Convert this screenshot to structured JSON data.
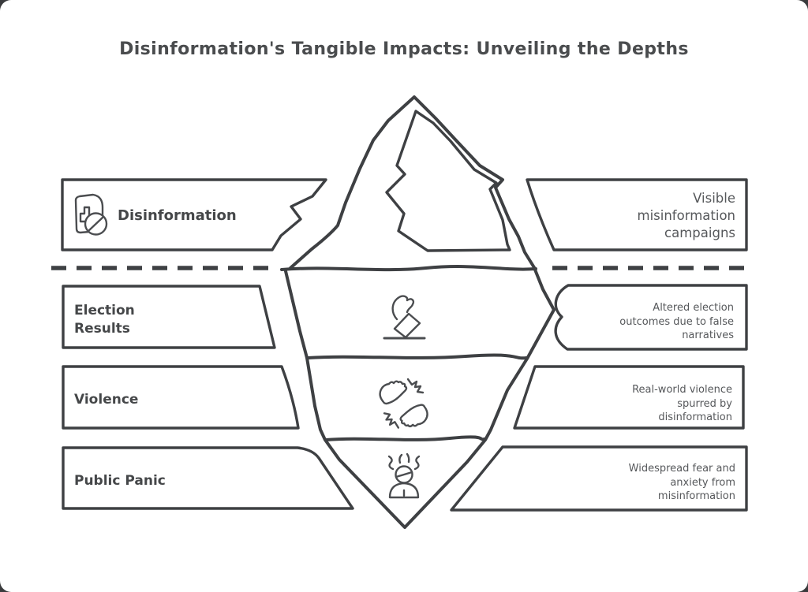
{
  "title": "Disinformation's Tangible Impacts: Unveiling the Depths",
  "colors": {
    "background": "#ffffff",
    "outline": "#3e4043",
    "label_text": "#454749",
    "description_text": "#56585b",
    "icon_stroke": "#4b4d50"
  },
  "waterline": {
    "style": "dashed",
    "depicts": "boundary between visible and hidden impacts"
  },
  "rows": [
    {
      "zone": "above-water",
      "icon": "blocked-report-icon",
      "label": "Disinformation",
      "description": "Visible misinformation campaigns"
    },
    {
      "zone": "below-water",
      "icon": "ballot-box-icon",
      "label": "Election Results",
      "description": "Altered election outcomes due to false narratives"
    },
    {
      "zone": "below-water",
      "icon": "conflict-fists-icon",
      "label": "Violence",
      "description": "Real-world violence spurred by disinformation"
    },
    {
      "zone": "below-water",
      "icon": "panicked-person-icon",
      "label": "Public Panic",
      "description": "Widespread fear and anxiety from misinformation"
    }
  ]
}
